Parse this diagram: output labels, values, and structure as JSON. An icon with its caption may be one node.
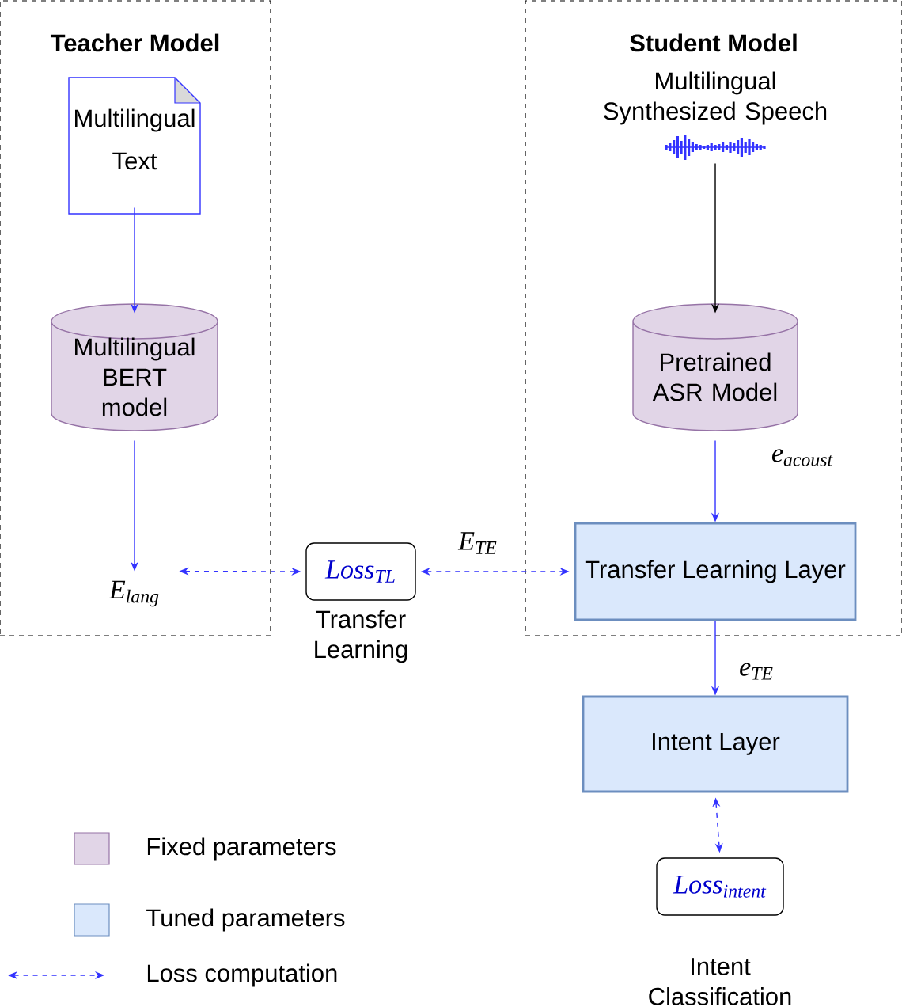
{
  "diagram": {
    "nodes": [
      {
        "text": [
          "Teacher Model"
        ]
      },
      {
        "text": [
          "Multilingual Text"
        ],
        "in": 0
      },
      {
        "text": [
          "Multilingual BERT model"
        ],
        "in": 0
      },
      {
        "text": [
          "E$_{lang}$"
        ],
        "in": 0
      },
      {
        "text": [
          "Student Model"
        ]
      },
      {
        "text": [],
        "shape": "waveform",
        "beside": [
          "Multilingual Synthesized Speech"
        ],
        "in": 4
      },
      {
        "text": [
          "Pretrained ASR Model"
        ],
        "in": 4
      },
      {
        "text": [
          "Transfer Learning Layer"
        ],
        "in": 4
      },
      {
        "text": [
          "Loss$_{TL}$"
        ],
        "beside": [
          "Transfer Learning"
        ]
      },
      {
        "text": [
          "Intent Layer"
        ]
      },
      {
        "text": [
          "Loss$_{intent}$"
        ],
        "beside": [
          "Intent Classification"
        ]
      }
    ],
    "edges": [
      {
        "from": 1,
        "to": 2,
        "arrow": "to"
      },
      {
        "from": 2,
        "to": 3,
        "arrow": "to"
      },
      {
        "from": 3,
        "to": 8,
        "arrow": "both",
        "style": "dashed"
      },
      {
        "from": 8,
        "to": 7,
        "arrow": "both",
        "style": "dashed",
        "label": "E$_{TE}$"
      },
      {
        "from": 5,
        "to": 6,
        "arrow": "to",
        "color": "#000000"
      },
      {
        "from": 6,
        "to": 7,
        "arrow": "to",
        "label": "e$_{acoust}$"
      },
      {
        "from": 7,
        "to": 9,
        "arrow": "to",
        "label": "e$_{TE}$"
      },
      {
        "from": 9,
        "to": 10,
        "arrow": "both",
        "style": "dashed"
      }
    ],
    "legend": [
      {
        "text": "Fixed parameters",
        "color": "#e1d5e7"
      },
      {
        "text": "Tuned parameters",
        "color": "#dae8fc"
      },
      {
        "text": "Loss computation"
      }
    ]
  }
}
